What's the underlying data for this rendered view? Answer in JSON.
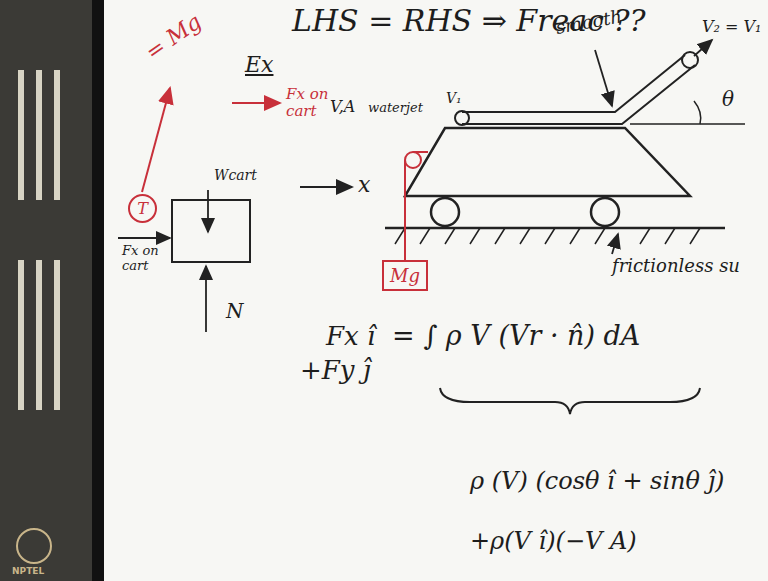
{
  "diagram": {
    "nodes": [
      {
        "text": [
          "Mg"
        ]
      },
      {
        "text": [
          "T"
        ]
      }
    ],
    "labels": [
      "LHS = RHS ⇒ Freac ??",
      "Ex",
      "smooth",
      "V₂ = V₁",
      "V,A",
      "waterjet",
      "V₁",
      "θ",
      "= Mg",
      "Fx on cart",
      "x",
      "Wcart",
      "Fx on cart",
      "N",
      "frictionless su",
      "Fx î",
      "+Fy ĵ",
      "= ∫ ρ V (Vr · n̂) dA",
      "ρ (V) (cosθ î + sinθ ĵ)",
      "+ρ(V î)(−V A)",
      "NPTEL"
    ]
  }
}
